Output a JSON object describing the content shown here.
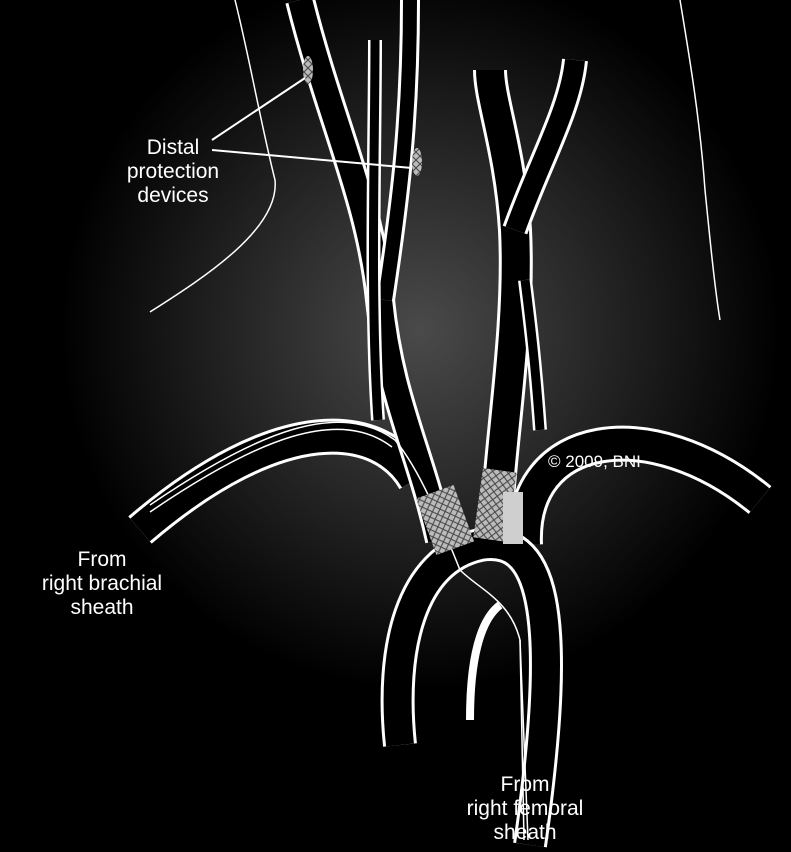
{
  "labels": {
    "distal": [
      "Distal",
      "protection",
      "devices"
    ],
    "brachial": [
      "From",
      "right brachial",
      "sheath"
    ],
    "femoral": [
      "From",
      "right femoral",
      "sheath"
    ],
    "copyright": "© 2009, BNI"
  },
  "colors": {
    "background": "#000000",
    "glow": "#4a4a4a",
    "line": "#ffffff",
    "stent": "#cfcfcf"
  }
}
